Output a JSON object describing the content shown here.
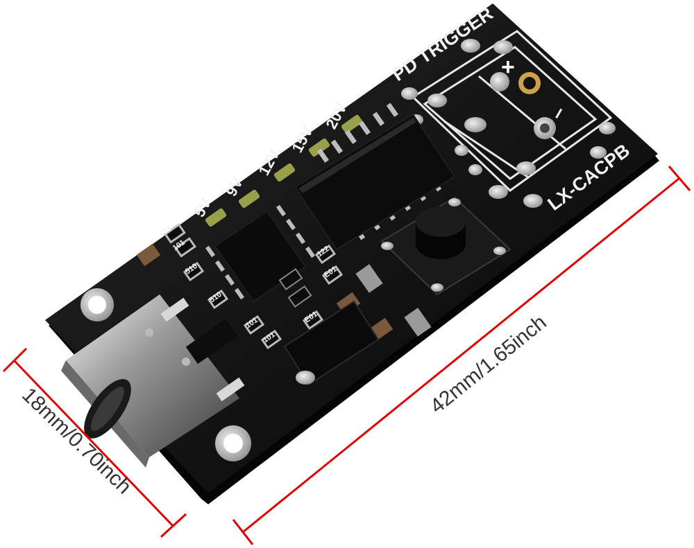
{
  "board": {
    "title": "PD TRIGGER",
    "model": "LX-CACPB",
    "plus_sign": "+",
    "minus_sign": "–",
    "led_labels": [
      "5V",
      "9V",
      "12V",
      "15V",
      "20V"
    ],
    "resistor_labels": [
      "122",
      "101",
      "510",
      "510",
      "101",
      "101",
      "122",
      "E01",
      "E01"
    ]
  },
  "dimensions": {
    "width_label": "18mm/0.70inch",
    "length_label": "42mm/1.65inch"
  },
  "colors": {
    "pcb": "#141414",
    "silkscreen": "#f2f2f2",
    "pad": "#cfcfcf",
    "led": "#9aa04a",
    "dimension_line": "#e00000"
  },
  "icons": [
    "usb-c-connector-icon",
    "push-button-icon",
    "mounting-hole-icon"
  ]
}
